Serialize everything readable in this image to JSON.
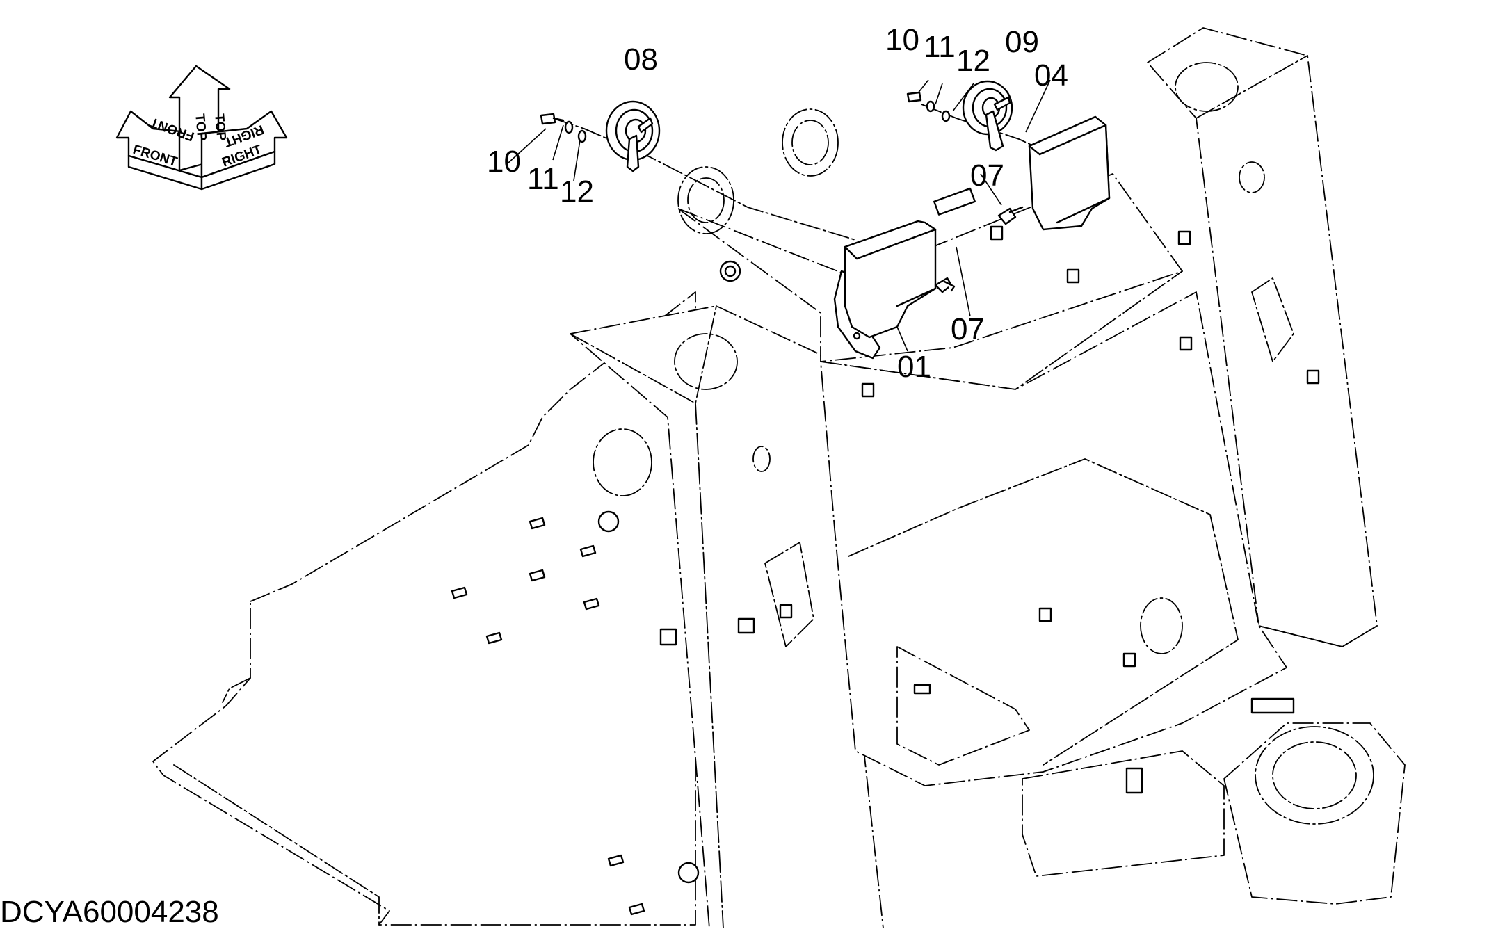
{
  "orientation": {
    "front_label": "FRONT",
    "top_label": "TOP",
    "right_label": "RIGHT"
  },
  "callouts": {
    "c01": "01",
    "c04": "04",
    "c07_left": "07",
    "c07_right": "07",
    "c08": "08",
    "c09": "09",
    "c10_left": "10",
    "c10_right": "10",
    "c11_left": "11",
    "c11_right": "11",
    "c12_left": "12",
    "c12_right": "12"
  },
  "document_id": "DCYA60004238"
}
